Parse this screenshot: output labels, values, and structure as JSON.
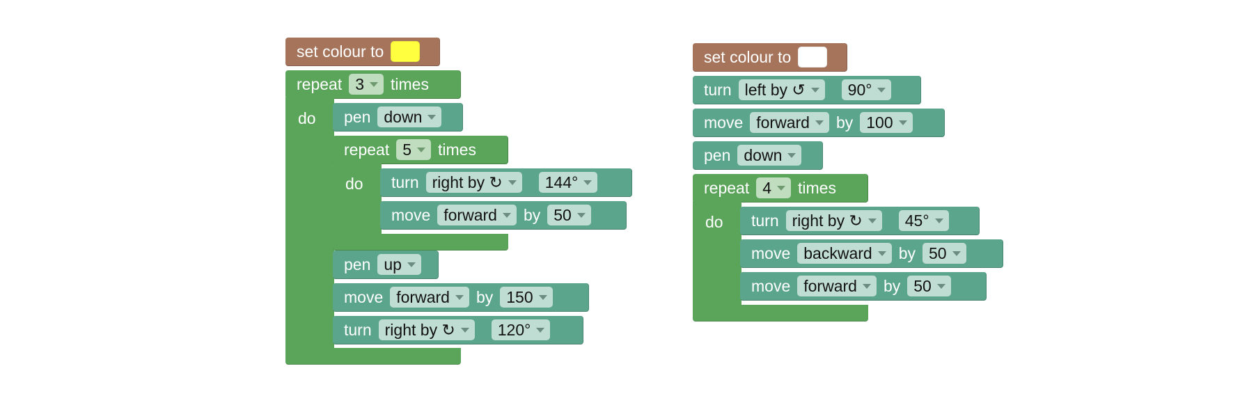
{
  "stack1": {
    "set_colour": {
      "label": "set colour to",
      "color": "#ffff40"
    },
    "outer_repeat": {
      "label": "repeat",
      "count": "3",
      "times": "times",
      "do": "do"
    },
    "pen_down": {
      "label": "pen",
      "value": "down"
    },
    "inner_repeat": {
      "label": "repeat",
      "count": "5",
      "times": "times",
      "do": "do"
    },
    "inner_turn": {
      "label": "turn",
      "dir": "right by ↻",
      "angle": "144°"
    },
    "inner_move": {
      "label": "move",
      "dir": "forward",
      "by": "by",
      "dist": "50"
    },
    "pen_up": {
      "label": "pen",
      "value": "up"
    },
    "move2": {
      "label": "move",
      "dir": "forward",
      "by": "by",
      "dist": "150"
    },
    "turn2": {
      "label": "turn",
      "dir": "right by ↻",
      "angle": "120°"
    }
  },
  "stack2": {
    "set_colour": {
      "label": "set colour to",
      "color": "#ffffff"
    },
    "turn1": {
      "label": "turn",
      "dir": "left by ↺",
      "angle": "90°"
    },
    "move1": {
      "label": "move",
      "dir": "forward",
      "by": "by",
      "dist": "100"
    },
    "pen_down": {
      "label": "pen",
      "value": "down"
    },
    "repeat": {
      "label": "repeat",
      "count": "4",
      "times": "times",
      "do": "do"
    },
    "turn2": {
      "label": "turn",
      "dir": "right by ↻",
      "angle": "45°"
    },
    "move2": {
      "label": "move",
      "dir": "backward",
      "by": "by",
      "dist": "50"
    },
    "move3": {
      "label": "move",
      "dir": "forward",
      "by": "by",
      "dist": "50"
    }
  }
}
